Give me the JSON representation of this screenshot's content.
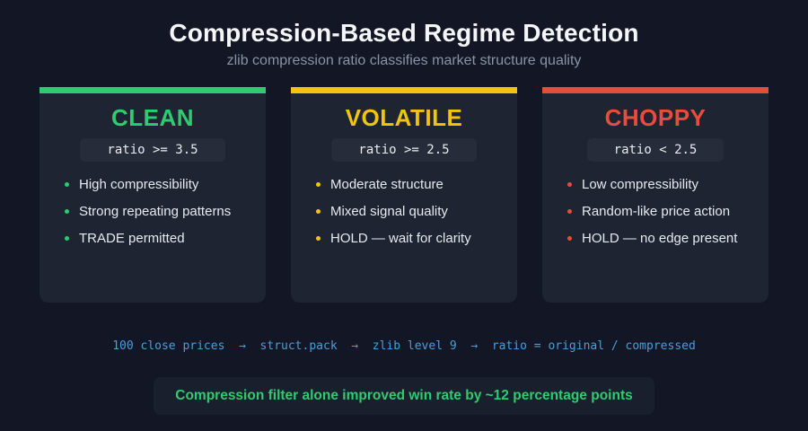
{
  "header": {
    "title": "Compression-Based Regime Detection",
    "subtitle": "zlib compression ratio classifies market structure quality"
  },
  "cards": [
    {
      "title": "CLEAN",
      "accent_color": "#2ecc71",
      "condition": "ratio >= 3.5",
      "bullets": [
        "High compressibility",
        "Strong repeating patterns",
        "TRADE permitted"
      ]
    },
    {
      "title": "VOLATILE",
      "accent_color": "#f1c40f",
      "condition": "ratio >= 2.5",
      "bullets": [
        "Moderate structure",
        "Mixed signal quality",
        "HOLD — wait for clarity"
      ]
    },
    {
      "title": "CHOPPY",
      "accent_color": "#e74c3c",
      "condition": "ratio < 2.5",
      "bullets": [
        "Low compressibility",
        "Random-like price action",
        "HOLD — no edge present"
      ]
    }
  ],
  "pipeline": {
    "text": "100 close prices  →  struct.pack  →  zlib level 9  →  ratio = original / compressed",
    "color": "#4d9dd8"
  },
  "footer": {
    "statement": "Compression filter alone improved win rate by ~12 percentage points",
    "color": "#2ecc71"
  },
  "colors": {
    "background": "#131725",
    "card_background": "#1f2433",
    "badge_background": "#262c3a",
    "footer_box_background": "#1a1f2d"
  }
}
